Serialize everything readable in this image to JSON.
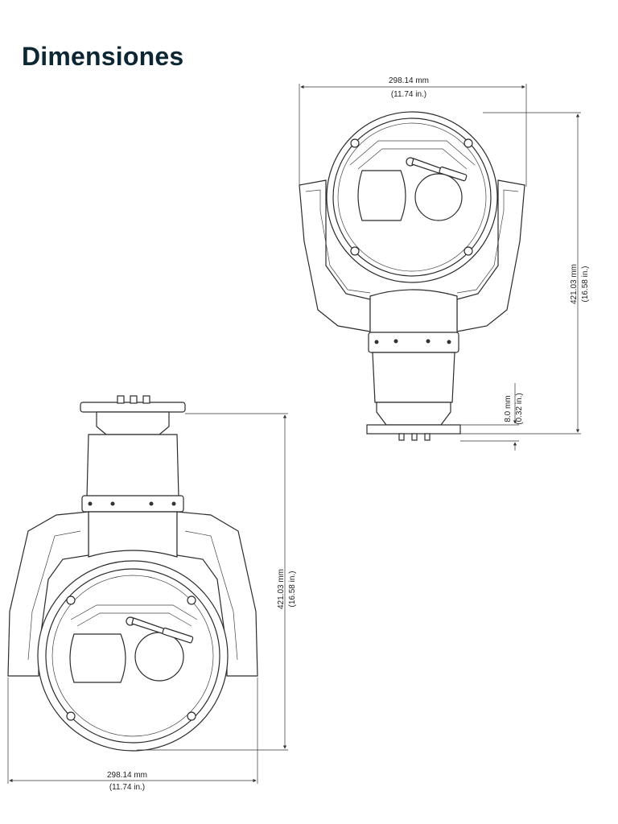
{
  "page": {
    "title": "Dimensiones"
  },
  "top_view": {
    "width_mm": "298.14 mm",
    "width_in": "(11.74 in.)",
    "height_mm": "421.03 mm",
    "height_in": "(16.58 in.)",
    "base_mm": "8.0 mm",
    "base_in": "(0.32 in.)"
  },
  "bottom_view": {
    "width_mm": "298.14 mm",
    "width_in": "(11.74 in.)",
    "height_mm": "421.03 mm",
    "height_in": "(16.58 in.)"
  }
}
